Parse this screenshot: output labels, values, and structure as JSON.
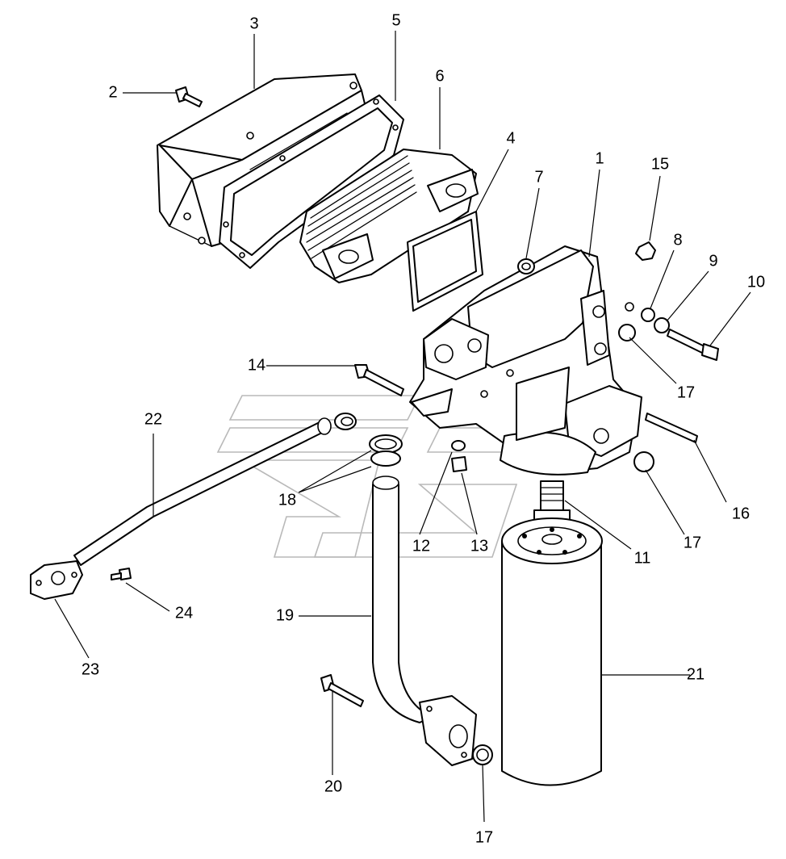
{
  "callouts": [
    {
      "id": "c1",
      "label": "1"
    },
    {
      "id": "c2",
      "label": "2"
    },
    {
      "id": "c3",
      "label": "3"
    },
    {
      "id": "c4",
      "label": "4"
    },
    {
      "id": "c5",
      "label": "5"
    },
    {
      "id": "c6",
      "label": "6"
    },
    {
      "id": "c7",
      "label": "7"
    },
    {
      "id": "c8",
      "label": "8"
    },
    {
      "id": "c9",
      "label": "9"
    },
    {
      "id": "c10",
      "label": "10"
    },
    {
      "id": "c11",
      "label": "11"
    },
    {
      "id": "c12",
      "label": "12"
    },
    {
      "id": "c13",
      "label": "13"
    },
    {
      "id": "c14",
      "label": "14"
    },
    {
      "id": "c15",
      "label": "15"
    },
    {
      "id": "c16",
      "label": "16"
    },
    {
      "id": "c17a",
      "label": "17"
    },
    {
      "id": "c17b",
      "label": "17"
    },
    {
      "id": "c17c",
      "label": "17"
    },
    {
      "id": "c18",
      "label": "18"
    },
    {
      "id": "c19",
      "label": "19"
    },
    {
      "id": "c20",
      "label": "20"
    },
    {
      "id": "c21",
      "label": "21"
    },
    {
      "id": "c22",
      "label": "22"
    },
    {
      "id": "c23",
      "label": "23"
    },
    {
      "id": "c24",
      "label": "24"
    }
  ]
}
